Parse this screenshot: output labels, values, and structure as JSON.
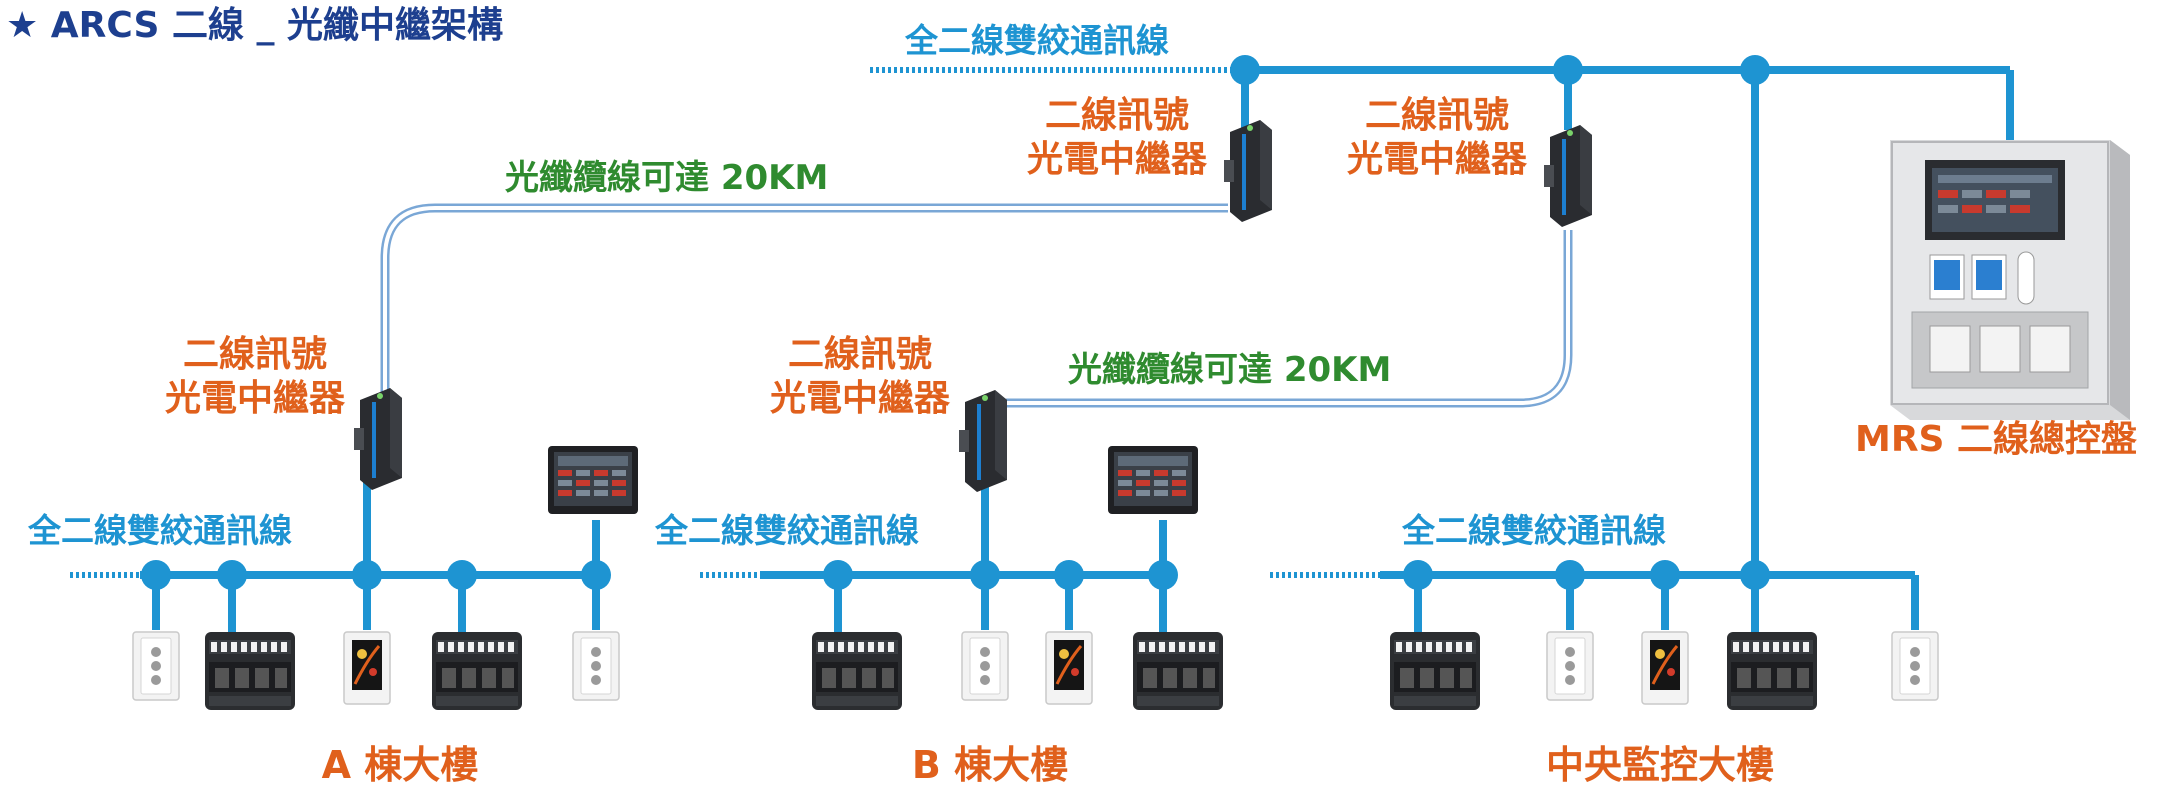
{
  "title": "★ ARCS 二線 _ 光纖中繼架構",
  "bus_labels": {
    "top": "全二線雙絞通訊線",
    "a": "全二線雙絞通訊線",
    "b": "全二線雙絞通訊線",
    "central": "全二線雙絞通訊線"
  },
  "repeaters": {
    "top_left": [
      "二線訊號",
      "光電中繼器"
    ],
    "top_right": [
      "二線訊號",
      "光電中繼器"
    ],
    "a": [
      "二線訊號",
      "光電中繼器"
    ],
    "b": [
      "二線訊號",
      "光電中繼器"
    ]
  },
  "fiber_labels": {
    "upper": "光纖纜線可達 20KM",
    "lower": "光纖纜線可達 20KM"
  },
  "panel_label": "MRS 二線總控盤",
  "buildings": {
    "a": "A 棟大樓",
    "b": "B 棟大樓",
    "central": "中央監控大樓"
  },
  "colors": {
    "bus": "#1e94d2",
    "fiber": "#7aa7d6",
    "repeater_text": "#e0601c",
    "fiber_text": "#2f8b2f",
    "title": "#1d3f8f"
  },
  "icons": {
    "repeater": "fiber-repeater-icon",
    "touch_panel": "touch-panel-icon",
    "relay": "relay-unit-icon",
    "switch": "wall-switch-icon",
    "display": "wall-display-icon",
    "cabinet": "control-cabinet-icon"
  }
}
